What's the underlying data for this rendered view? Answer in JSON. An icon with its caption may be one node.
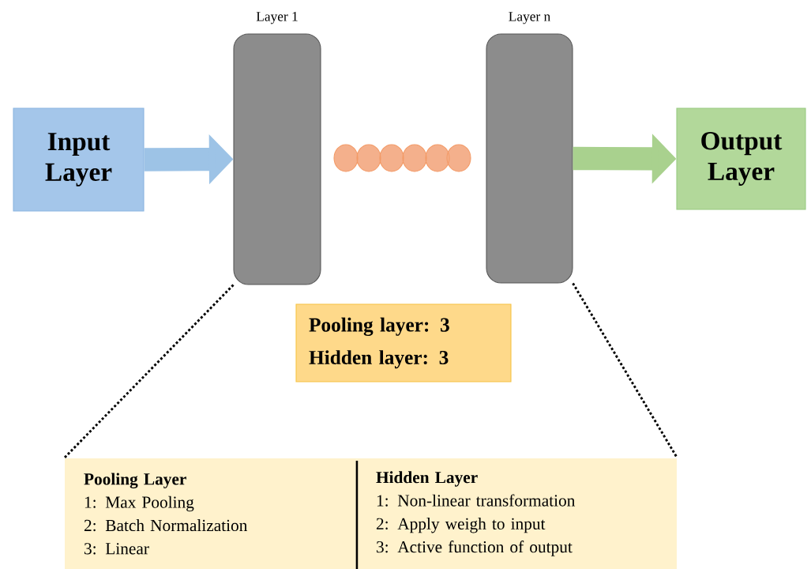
{
  "diagram": {
    "nodes": [
      {
        "text": [
          "Input Layer"
        ]
      },
      {
        "text": [
          "Layer 1"
        ]
      },
      {
        "text": [
          "Layer n"
        ]
      },
      {
        "text": [
          "Output Layer"
        ]
      },
      {
        "text": [
          "Pooling layer: 3",
          "Hidden layer: 3"
        ]
      },
      {
        "text": [
          "Pooling Layer",
          "1: Max Pooling",
          "2: Batch Normalization",
          "3: Linear"
        ]
      },
      {
        "text": [
          "Hidden Layer",
          "1: Non-linear transformation",
          "2: Apply weigh to input",
          "3: Active function of output"
        ]
      }
    ],
    "edges": [
      {
        "from": 0,
        "to": 1,
        "arrow": "to",
        "style": "thick",
        "color": "#9dc3e6"
      },
      {
        "from": 2,
        "to": 3,
        "arrow": "to",
        "style": "thick",
        "color": "#a9d18e"
      },
      {
        "from": 1,
        "to": 5,
        "arrow": "none",
        "style": "dashed"
      },
      {
        "from": 2,
        "to": 6,
        "arrow": "none",
        "style": "dashed"
      }
    ]
  }
}
